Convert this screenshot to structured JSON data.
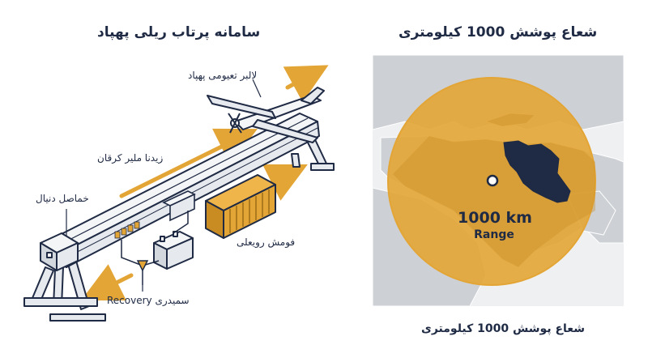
{
  "left_panel": {
    "title": "سامانه پرتاب ریلی پهپاد",
    "labels": {
      "drone": "لالبر تعیومی پهپاد",
      "rail": "زیدنا ﻣﻠﯿﺮ کرقان",
      "handle": "خماصل دنیال",
      "accumulator": "فومش رویعلی",
      "recovery": "سمیدری Recovery"
    }
  },
  "right_panel": {
    "title": "شعاع پوشش 1000 کیلومتری",
    "range_value": "1000 km",
    "range_label": "Range",
    "caption": "شعاع پوشش 1000 کیلومتری"
  },
  "colors": {
    "accent": "#E3A535",
    "dark": "#1F2A44",
    "rail_fill": "#E6E9EE",
    "map_land": "#CDD0D5",
    "map_sea": "#EEF0F2",
    "circle": "#E3A535"
  }
}
